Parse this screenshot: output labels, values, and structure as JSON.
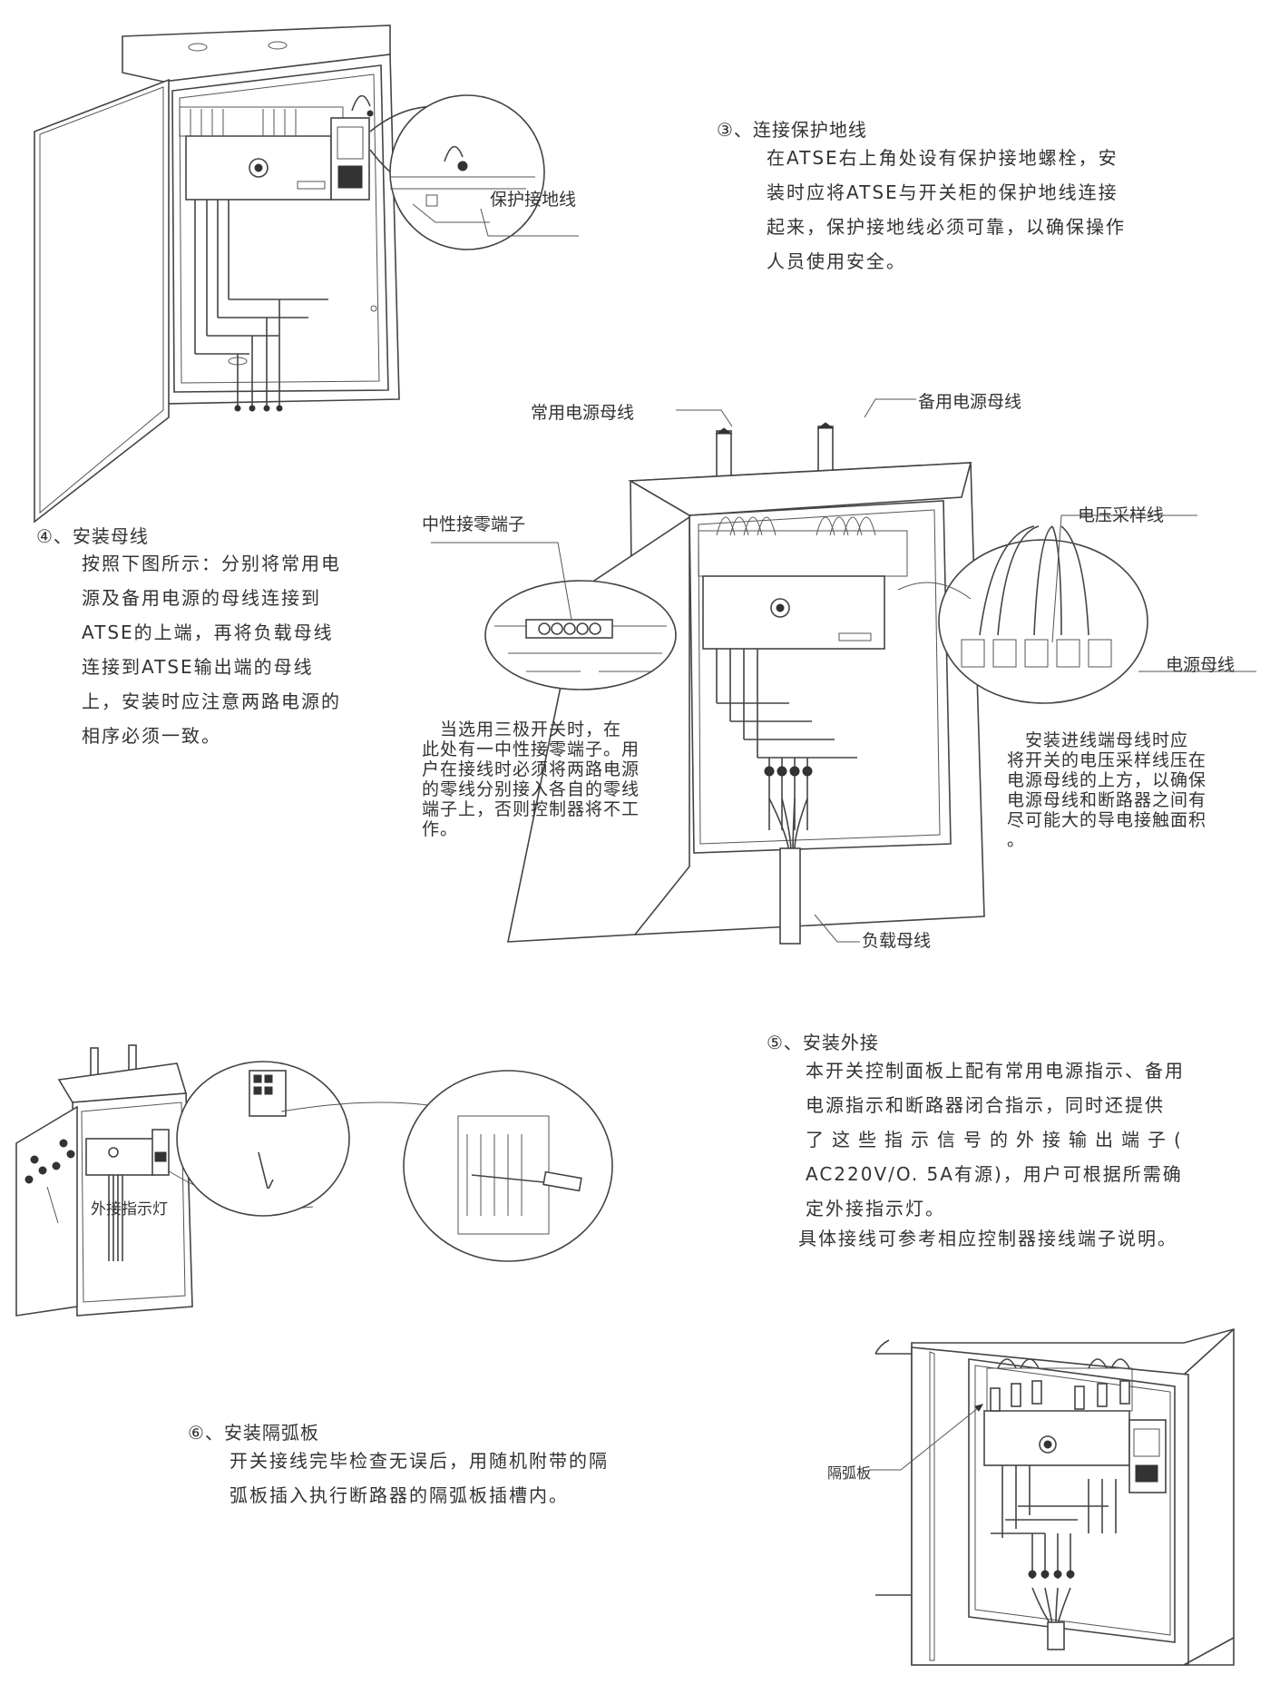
{
  "section3": {
    "title": "③、连接保护地线",
    "lines": [
      "在ATSE右上角处设有保护接地螺栓，安",
      "装时应将ATSE与开关柜的保护地线连接",
      "起来，保护接地线必须可靠，以确保操作",
      "人员使用安全。"
    ],
    "figure_label": "保护接地线"
  },
  "section4": {
    "title": "④、安装母线",
    "lines": [
      "按照下图所示：分别将常用电",
      "源及备用电源的母线连接到",
      "ATSE的上端，再将负载母线",
      "连接到ATSE输出端的母线",
      "上，安装时应注意两路电源的",
      "相序必须一致。"
    ],
    "figure_labels": {
      "main_bus": "常用电源母线",
      "backup_bus": "备用电源母线",
      "neutral_terminal": "中性接零端子",
      "voltage_sampling": "电压采样线",
      "power_bus": "电源母线",
      "load_bus": "负载母线"
    },
    "note_left": [
      "　当选用三极开关时，在",
      "此处有一中性接零端子。用",
      "户在接线时必须将两路电源",
      "的零线分别接入各自的零线",
      "端子上，否则控制器将不工",
      "作。"
    ],
    "note_right": [
      "　安装进线端母线时应",
      "将开关的电压采样线压在",
      "电源母线的上方，以确保",
      "电源母线和断路器之间有",
      "尽可能大的导电接触面积",
      "。"
    ]
  },
  "section5": {
    "title": "⑤、安装外接",
    "lines": [
      "本开关控制面板上配有常用电源指示、备用",
      "电源指示和断路器闭合指示，同时还提供",
      "了这些指示信号的外接输出端子(",
      "AC220V/O. 5A有源)，用户可根据所需确",
      "定外接指示灯。"
    ],
    "extra_line": "具体接线可参考相应控制器接线端子说明。",
    "figure_label": "外接指示灯"
  },
  "section6": {
    "title": "⑥、安装隔弧板",
    "lines": [
      "开关接线完毕检查无误后，用随机附带的隔",
      "弧板插入执行断路器的隔弧板插槽内。"
    ],
    "figure_label": "隔弧板"
  }
}
